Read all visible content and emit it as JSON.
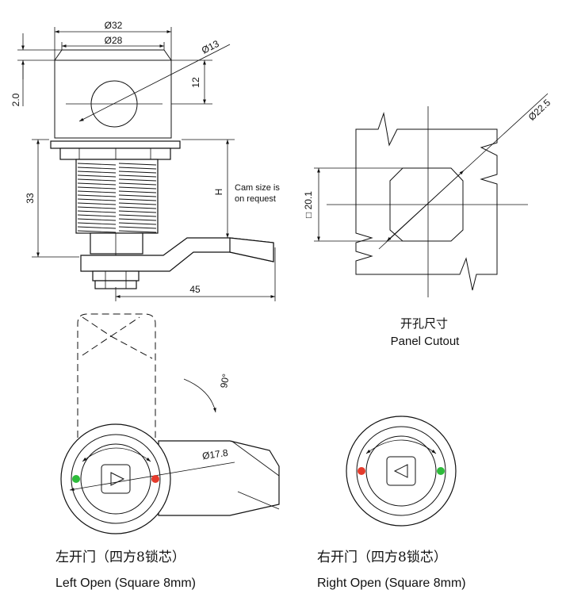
{
  "dimensions": {
    "d32": "Ø32",
    "d28": "Ø28",
    "d13": "Ø13",
    "d12": "12",
    "d2": "2.0",
    "d33": "33",
    "h": "H",
    "d45": "45",
    "d22": "Ø22.5",
    "d20": "□ 20.1",
    "d17": "Ø17.8",
    "angle": "90°"
  },
  "notes": {
    "cam_line1": "Cam size is",
    "cam_line2": "on request"
  },
  "panel_cutout": {
    "label_cn": "开孔尺寸",
    "label_en": "Panel Cutout"
  },
  "left_open": {
    "label_cn": "左开门（四方8锁芯）",
    "label_en": "Left Open (Square 8mm)"
  },
  "right_open": {
    "label_cn": "右开门（四方8锁芯）",
    "label_en": "Right Open (Square 8mm)"
  },
  "colors": {
    "red_dot": "#e53b2c",
    "green_dot": "#2dbb3a"
  }
}
